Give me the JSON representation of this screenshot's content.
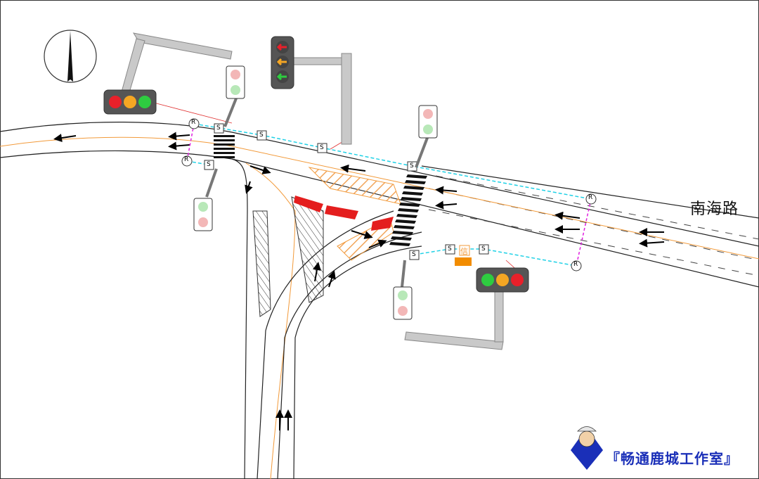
{
  "road_name": "南海路",
  "studio_label": "『畅通鹿城工作室』",
  "markers": {
    "radar": "R",
    "sensor": "S",
    "signal_cabinet": "信"
  },
  "icons": {
    "compass": "north-arrow-icon",
    "vehicle_signal": "three-aspect-signal-icon",
    "arrow_signal": "arrow-signal-icon",
    "pedestrian_signal": "pedestrian-signal-icon",
    "mascot": "traffic-police-mascot-icon"
  },
  "colors": {
    "signal_red": "#e8202a",
    "signal_amber": "#f5a623",
    "signal_green": "#2ecc40",
    "detector_link": "#1fd1e6",
    "radar_link": "#e020e0",
    "guide_line": "#f29a3a",
    "island_fill": "#e41e1e",
    "studio_text": "#1a2fb8"
  }
}
